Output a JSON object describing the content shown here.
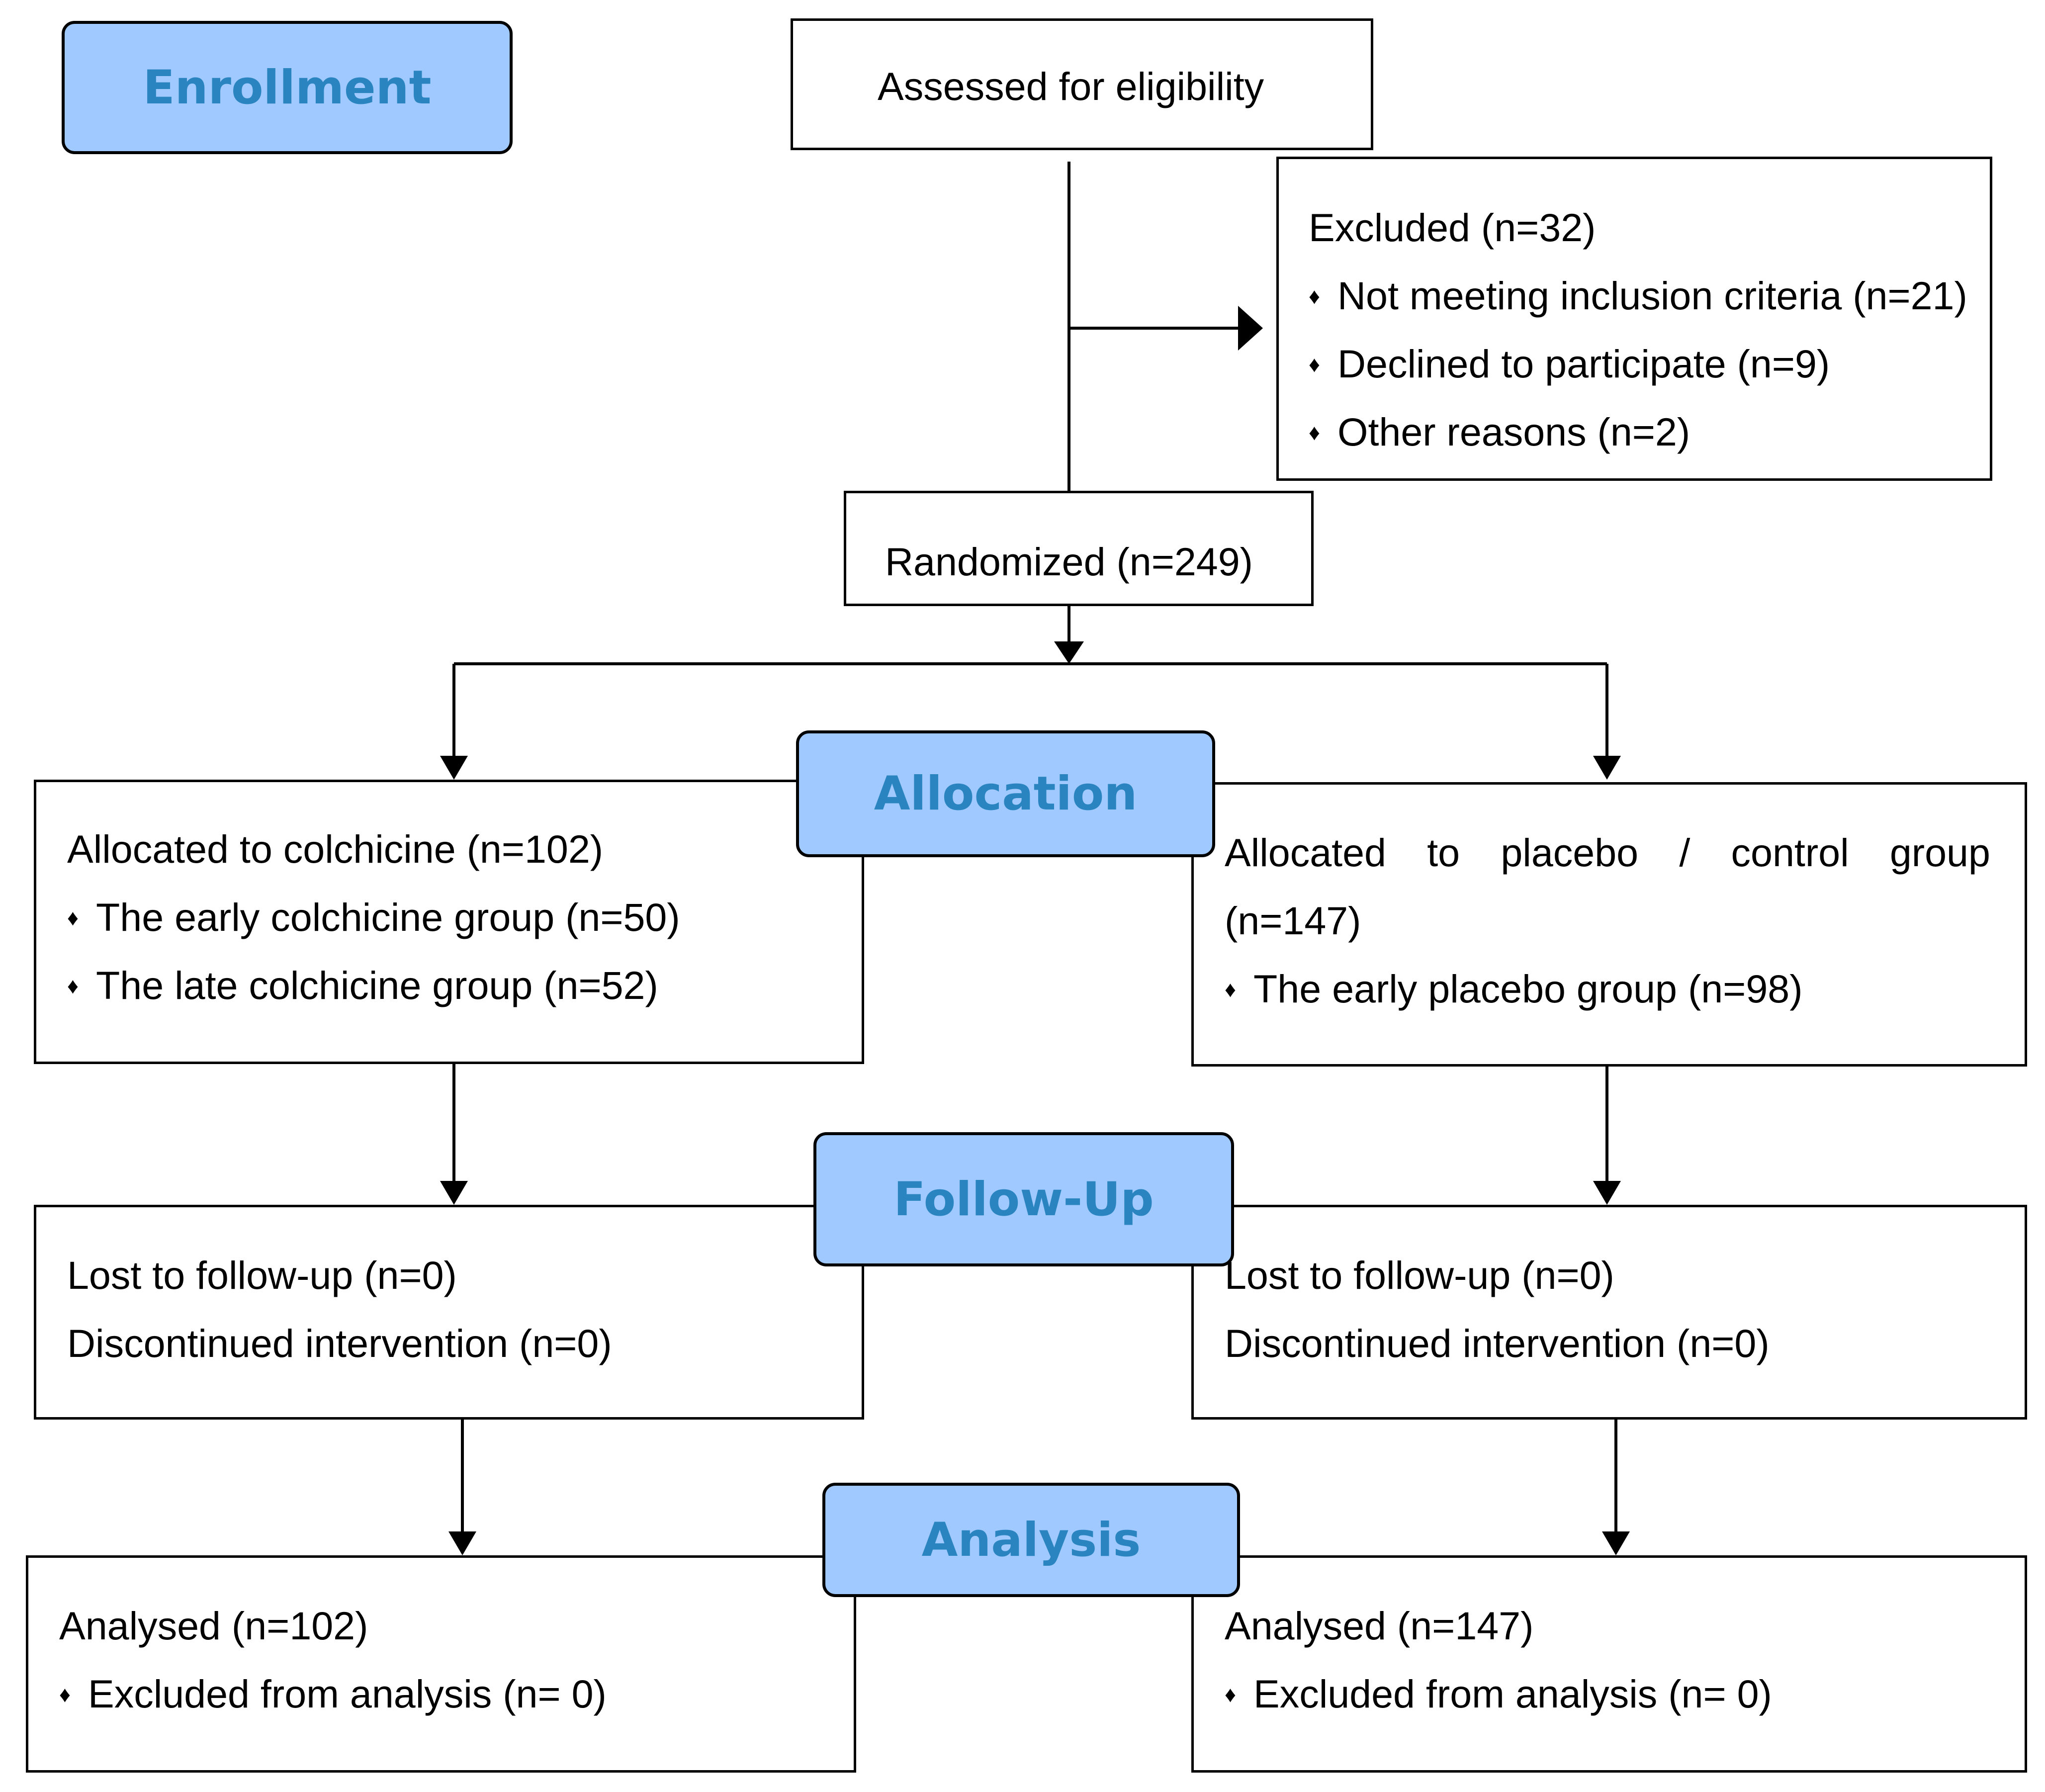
{
  "stages": {
    "enrollment": "Enrollment",
    "allocation": "Allocation",
    "follow_up": "Follow-Up",
    "analysis": "Analysis"
  },
  "bullet_glyph": "♦",
  "enrollment": {
    "assessed": "Assessed for eligibility",
    "excluded": {
      "title": "Excluded (n=32)",
      "items": [
        "Not meeting inclusion criteria (n=21)",
        "Declined to participate (n=9)",
        "Other reasons (n=2)"
      ]
    },
    "randomized": "Randomized (n=249)"
  },
  "allocation": {
    "left": {
      "title": "Allocated to colchicine (n=102)",
      "items": [
        "The early colchicine group (n=50)",
        "The late colchicine group (n=52)"
      ]
    },
    "right": {
      "title_words": [
        "Allocated",
        "to",
        "placebo",
        "/",
        "control",
        "group"
      ],
      "title_cont": "(n=147)",
      "items": [
        "The early placebo group (n=98)"
      ]
    }
  },
  "follow_up": {
    "left": [
      "Lost to follow-up (n=0)",
      "Discontinued intervention (n=0)"
    ],
    "right": [
      "Lost to follow-up (n=0)",
      "Discontinued intervention (n=0)"
    ]
  },
  "analysis": {
    "left": {
      "title": "Analysed (n=102)",
      "items": [
        "Excluded from analysis (n= 0)"
      ]
    },
    "right": {
      "title": "Analysed (n=147)",
      "items": [
        "Excluded from analysis (n= 0)"
      ]
    }
  }
}
